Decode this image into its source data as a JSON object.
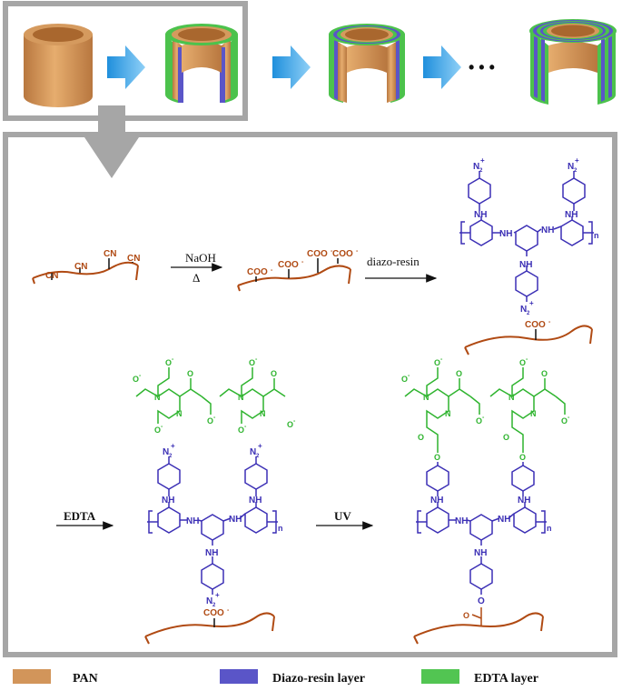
{
  "reagents": {
    "naoh": "NaOH",
    "delta": "Δ",
    "diazo": "diazo-resin",
    "edta": "EDTA",
    "uv": "UV"
  },
  "chem": {
    "cn": "CN",
    "coo": "COO",
    "nh": "NH",
    "n2": "N",
    "sub2": "2",
    "plus": "+",
    "minus": "-",
    "o_minus": "O",
    "o": "O",
    "n": "N",
    "repeat_n": "n"
  },
  "ellipsis": "• • •",
  "legend": [
    {
      "label": "PAN",
      "color": "#d2955a"
    },
    {
      "label": "Diazo-resin layer",
      "color": "#5a55c8"
    },
    {
      "label": "EDTA layer",
      "color": "#52c552"
    }
  ],
  "colors": {
    "pan": "#d2955a",
    "diazo": "#3b2fb5",
    "edta": "#2fb42f",
    "frame": "#a6a6a6",
    "arrow": "#3aa8e8"
  }
}
